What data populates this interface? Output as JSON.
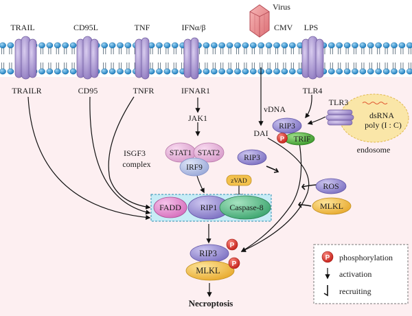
{
  "ligands": {
    "trail": "TRAIL",
    "cd95l": "CD95L",
    "tnf": "TNF",
    "ifn": "IFNα/β",
    "virus": "Virus",
    "cmv": "CMV",
    "lps": "LPS"
  },
  "receptors": {
    "trailr": "TRAILR",
    "cd95": "CD95",
    "tnfr": "TNFR",
    "ifnar1": "IFNAR1",
    "tlr4": "TLR4",
    "tlr3": "TLR3"
  },
  "signaling": {
    "jak1": "JAK1",
    "vdna": "vDNA",
    "dai": "DAI",
    "stat1": "STAT1",
    "stat2": "STAT2",
    "irf9": "IRF9",
    "isgf3_line1": "ISGF3",
    "isgf3_line2": "complex",
    "rip3": "RIP3",
    "trif": "TRIF",
    "p": "P",
    "zvad": "zVAD",
    "fadd": "FADD",
    "rip1": "RIP1",
    "caspase8": "Caspase-8",
    "ros": "ROS",
    "mlkl": "MLKL",
    "dsrna_line1": "dsRNA",
    "dsrna_line2": "poly (I : C)",
    "endosome": "endosome",
    "necroptosis": "Necroptosis"
  },
  "legend": {
    "phosphorylation": "phosphorylation",
    "activation": "activation",
    "recruiting": "recruiting",
    "p": "P"
  },
  "colors": {
    "membrane_head": "#3b9ed8",
    "receptor": "#a996cc",
    "rip3": "#9a8fd0",
    "mlkl": "#f2c452",
    "fadd": "#e58fcf",
    "caspase8": "#5cbf8d",
    "trif": "#4fae3e",
    "phospho": "#e0352b",
    "endosome": "#fae6a8",
    "complex_box": "#b9e6f2"
  }
}
